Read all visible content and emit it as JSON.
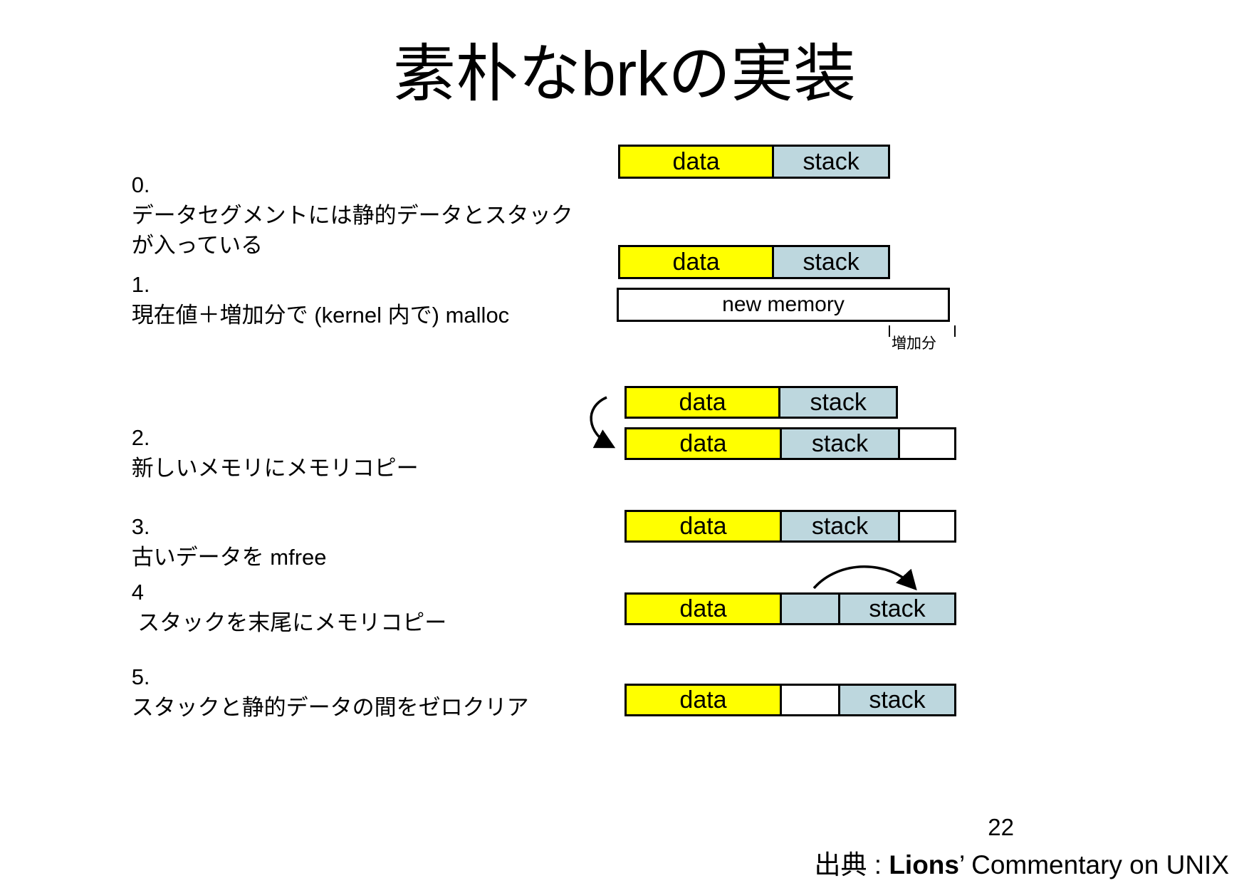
{
  "slide": {
    "title": "素朴なbrkの実装",
    "page_number": "22",
    "source_prefix": "出典 : ",
    "source_bold": "Lions",
    "source_rest": "’ Commentary on UNIX"
  },
  "steps": [
    {
      "num": "0.",
      "text": "データセグメントには静的データとスタックが入っている"
    },
    {
      "num": "1.",
      "text": "現在値＋増加分で (kernel 内で) malloc"
    },
    {
      "num": "2.",
      "text": "新しいメモリにメモリコピー"
    },
    {
      "num": "3.",
      "text": "古いデータを mfree"
    },
    {
      "num": "4",
      "text": " スタックを末尾にメモリコピー"
    },
    {
      "num": "5.",
      "text": "スタックと静的データの間をゼロクリア"
    }
  ],
  "labels": {
    "data": "data",
    "stack": "stack",
    "new_memory": "new memory",
    "increment": "増加分"
  },
  "colors": {
    "data": "#ffff00",
    "stack": "#bdd7de",
    "empty": "#ffffff",
    "outline": "#000000",
    "background": "#ffffff"
  },
  "diagrams": [
    {
      "id": "step0-bar",
      "segments": [
        {
          "kind": "data",
          "label": "data"
        },
        {
          "kind": "stack",
          "label": "stack"
        }
      ]
    },
    {
      "id": "step1-bar-old",
      "segments": [
        {
          "kind": "data",
          "label": "data"
        },
        {
          "kind": "stack",
          "label": "stack"
        }
      ]
    },
    {
      "id": "step1-bar-new",
      "segments": [
        {
          "kind": "empty",
          "label": "new memory"
        }
      ]
    },
    {
      "id": "step2-bar-src",
      "segments": [
        {
          "kind": "data",
          "label": "data"
        },
        {
          "kind": "stack",
          "label": "stack"
        }
      ]
    },
    {
      "id": "step2-bar-dst",
      "segments": [
        {
          "kind": "data",
          "label": "data"
        },
        {
          "kind": "stack",
          "label": "stack"
        },
        {
          "kind": "empty",
          "label": ""
        }
      ]
    },
    {
      "id": "step3-bar",
      "segments": [
        {
          "kind": "data",
          "label": "data"
        },
        {
          "kind": "stack",
          "label": "stack"
        },
        {
          "kind": "empty",
          "label": ""
        }
      ]
    },
    {
      "id": "step4-bar",
      "segments": [
        {
          "kind": "data",
          "label": "data"
        },
        {
          "kind": "empty",
          "label": ""
        },
        {
          "kind": "stack",
          "label": "stack"
        }
      ]
    },
    {
      "id": "step5-bar",
      "segments": [
        {
          "kind": "data",
          "label": "data"
        },
        {
          "kind": "empty",
          "label": ""
        },
        {
          "kind": "stack",
          "label": "stack"
        }
      ]
    }
  ]
}
